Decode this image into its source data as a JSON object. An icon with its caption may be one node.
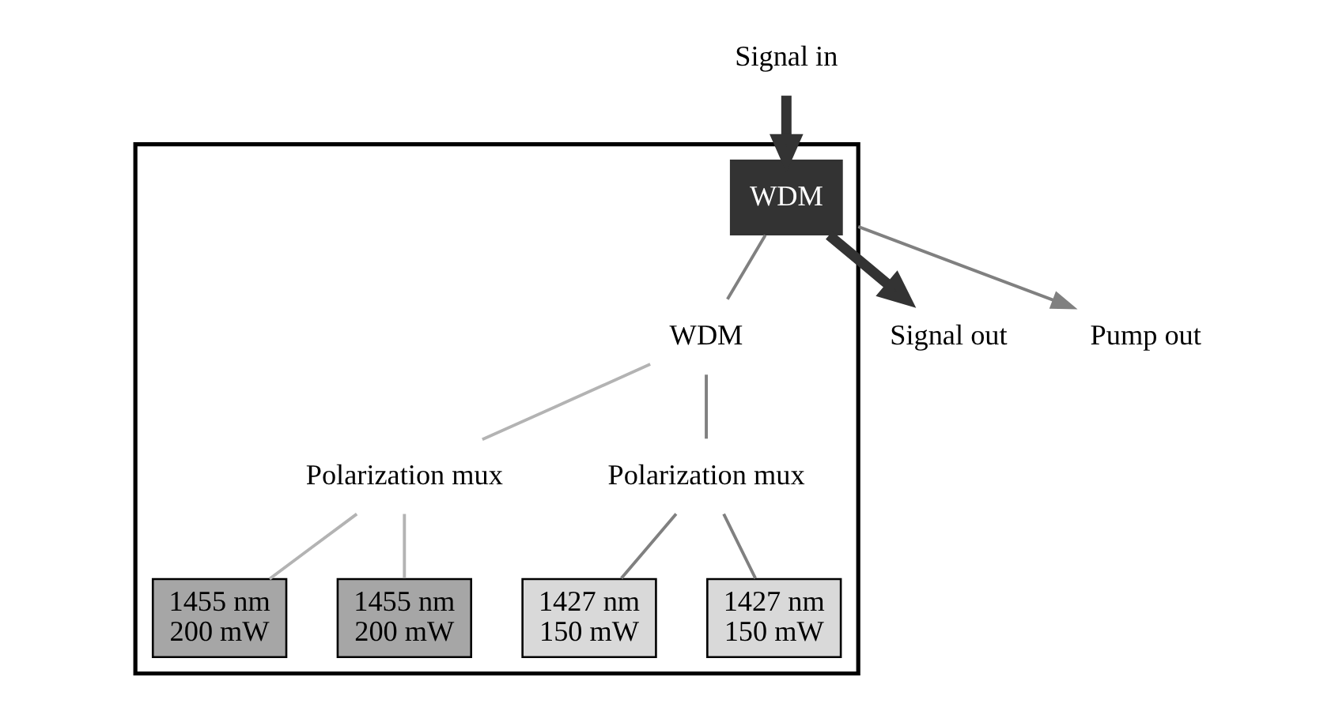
{
  "diagram": {
    "nodes": [
      {
        "text": [],
        "shape": "box"
      },
      {
        "text": [
          "Signal in"
        ]
      },
      {
        "text": [
          "Signal out"
        ]
      },
      {
        "text": [
          "WDM"
        ],
        "in": 0
      },
      {
        "text": [
          "Pump out"
        ]
      },
      {
        "text": [
          "WDM"
        ],
        "in": 0
      },
      {
        "text": [
          "Polarization mux"
        ],
        "in": 0
      },
      {
        "text": [
          "Polarization mux"
        ],
        "in": 0
      },
      {
        "text": [
          "1455 nm 200 mW"
        ],
        "in": 0
      },
      {
        "text": [
          "1455 nm 200 mW"
        ],
        "in": 0
      },
      {
        "text": [
          "1427 nm 150 mW"
        ],
        "in": 0
      },
      {
        "text": [
          "1427 nm 150 mW"
        ],
        "in": 0
      }
    ],
    "edges": [
      {
        "from": 1,
        "to": 3,
        "arrow": "to",
        "style": "thick",
        "color": "#333333"
      },
      {
        "from": 3,
        "to": 2,
        "arrow": "to",
        "style": "thick",
        "color": "#333333"
      },
      {
        "from": 0,
        "to": 4,
        "arrow": "to"
      },
      {
        "from": 3,
        "to": 5,
        "arrow": "none"
      },
      {
        "from": 5,
        "to": 6,
        "arrow": "none",
        "color": "#b3b3b3"
      },
      {
        "from": 5,
        "to": 7,
        "arrow": "none"
      },
      {
        "from": 6,
        "to": 8,
        "arrow": "none",
        "color": "#b3b3b3"
      },
      {
        "from": 6,
        "to": 9,
        "arrow": "none",
        "color": "#b3b3b3"
      },
      {
        "from": 7,
        "to": 10,
        "arrow": "none"
      },
      {
        "from": 7,
        "to": 11,
        "arrow": "none"
      }
    ]
  }
}
